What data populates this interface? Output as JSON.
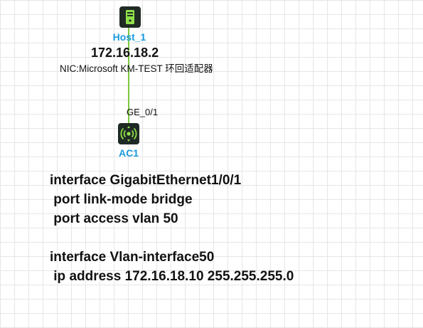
{
  "colors": {
    "link": "#7cc840",
    "label": "#1a9be0",
    "device_bg": "#1f2a24",
    "device_icon": "#8fe04a"
  },
  "host": {
    "label": "Host_1",
    "ip": "172.16.18.2",
    "nic": "NIC:Microsoft KM-TEST 环回适配器",
    "icon": "server-icon"
  },
  "ac": {
    "label": "AC1",
    "port": "GE_0/1",
    "icon": "access-controller-icon"
  },
  "config": {
    "lines": [
      "interface GigabitEthernet1/0/1",
      " port link-mode bridge",
      " port access vlan 50",
      "",
      "interface Vlan-interface50",
      " ip address 172.16.18.10 255.255.255.0"
    ]
  }
}
